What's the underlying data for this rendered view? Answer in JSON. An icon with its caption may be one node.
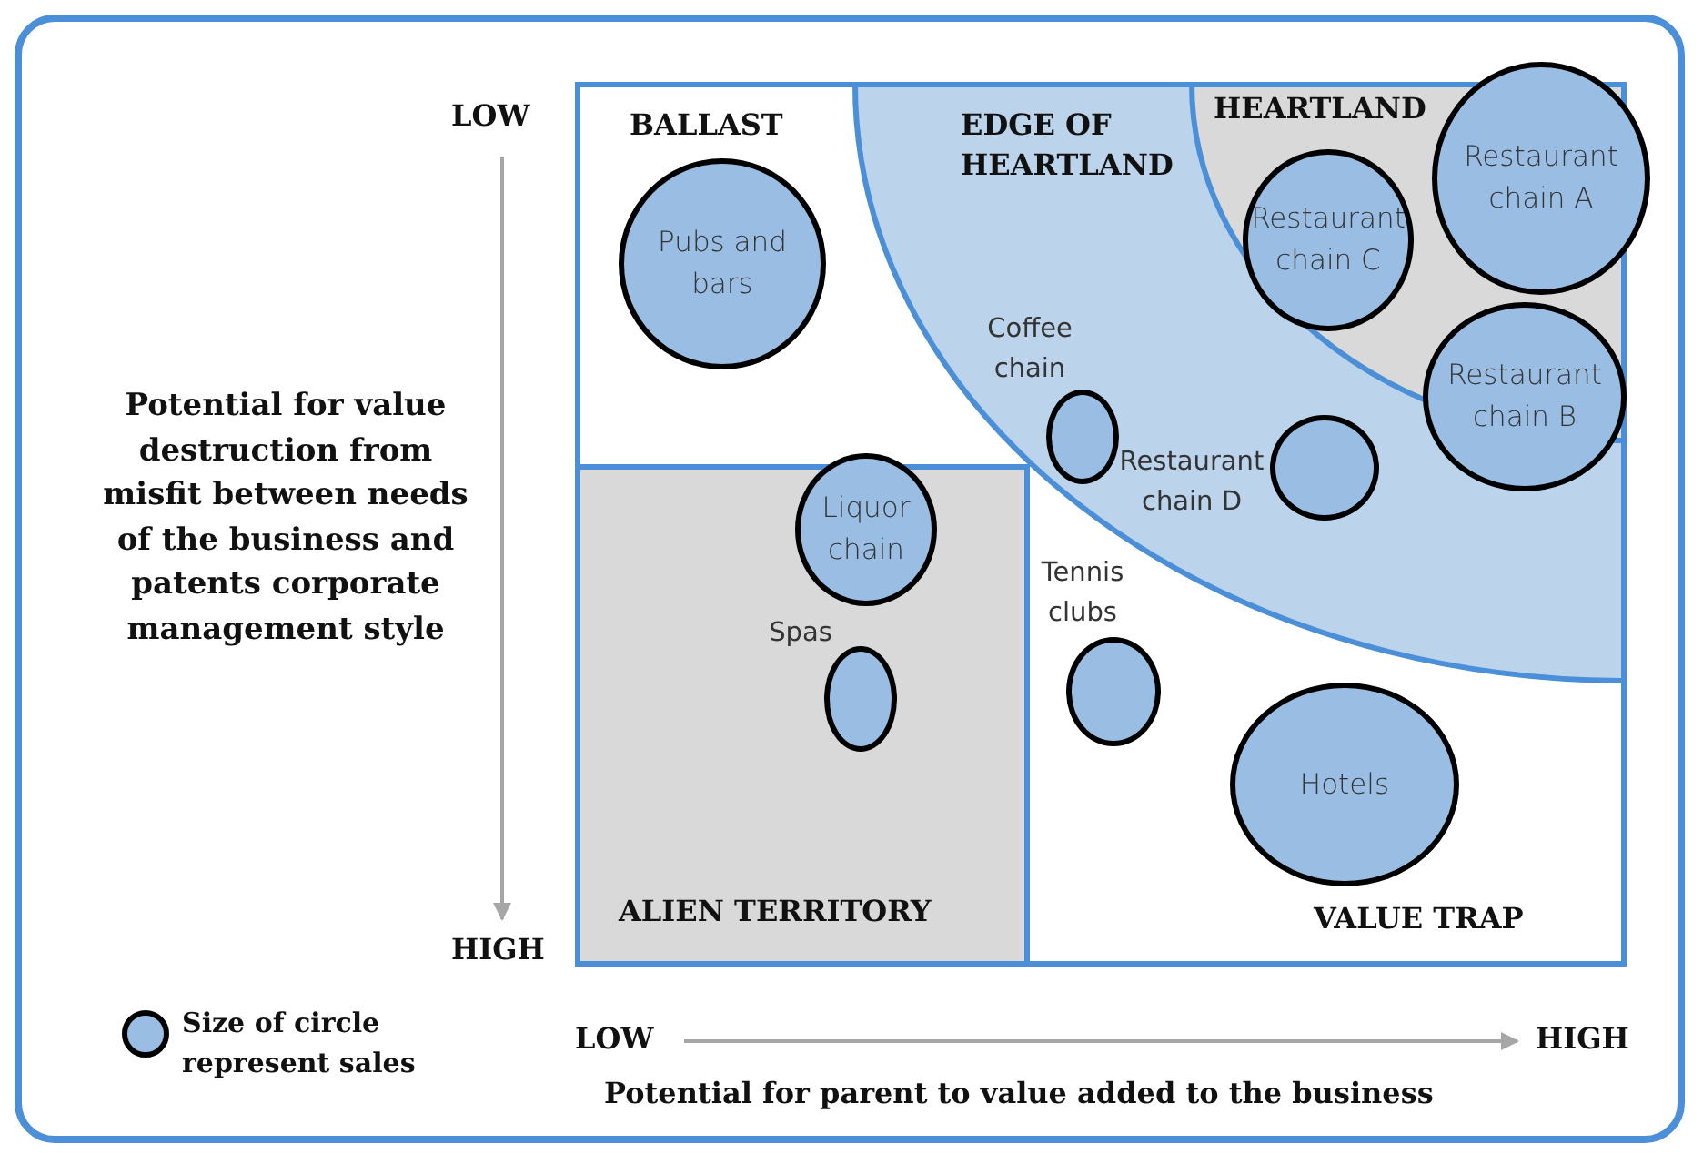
{
  "diagram": {
    "nodes": [
      {
        "text": [
          "BALLAST",
          "VALUE TRAP"
        ]
      },
      {
        "text": [
          "EDGE OF HEARTLAND"
        ],
        "in": 0
      },
      {
        "text": [
          "HEARTLAND"
        ],
        "in": 1
      },
      {
        "text": [
          "ALIEN TERRITORY"
        ],
        "in": 0
      },
      {
        "text": [
          "Pubs and bars"
        ],
        "in": 0
      },
      {
        "text": [
          "Restaurant chain C"
        ],
        "in": 2
      },
      {
        "text": [
          "Restaurant chain A"
        ]
      },
      {
        "text": [
          "Restaurant chain B"
        ],
        "in": 1
      },
      {
        "text": [],
        "shape": "circle",
        "in": 1,
        "beside": [
          "Coffee chain"
        ]
      },
      {
        "text": [],
        "shape": "circle",
        "in": 1,
        "beside": [
          "Restaurant chain D"
        ]
      },
      {
        "text": [
          "Liquor chain"
        ],
        "in": 0
      },
      {
        "text": [],
        "shape": "circle",
        "in": 0,
        "beside": [
          "Tennis clubs"
        ]
      },
      {
        "text": [],
        "shape": "circle",
        "in": 3,
        "beside": [
          "Spas"
        ]
      },
      {
        "text": [
          "Hotels"
        ],
        "in": 0
      }
    ],
    "labels": [
      "LOW",
      "Potential for value destruction from misfit between needs of the business and patents corporate management style",
      "HIGH",
      "LOW",
      "HIGH",
      "Potential for parent to value added to the business"
    ],
    "legend": [
      {
        "text": "Size of circle represent sales"
      }
    ]
  }
}
